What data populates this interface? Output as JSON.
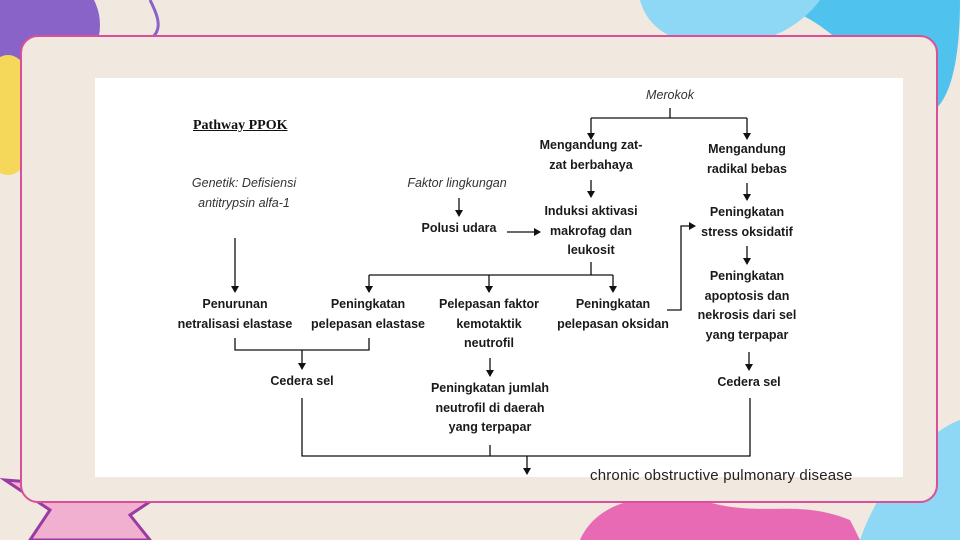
{
  "slide": {
    "caption": "chronic obstructive pulmonary disease"
  },
  "diagram": {
    "title": "Pathway PPOK",
    "nodes": {
      "genetik": [
        "Genetik: Defisiensi",
        "antitrypsin alfa-1"
      ],
      "faktor": [
        "Faktor lingkungan"
      ],
      "polusi": [
        "Polusi udara"
      ],
      "merokok": [
        "Merokok"
      ],
      "zat": [
        "Mengandung zat-",
        "zat berbahaya"
      ],
      "radikal": [
        "Mengandung",
        "radikal bebas"
      ],
      "induksi": [
        "Induksi aktivasi",
        "makrofag dan",
        "leukosit"
      ],
      "stress": [
        "Peningkatan",
        "stress oksidatif"
      ],
      "apoptosis": [
        "Peningkatan",
        "apoptosis dan",
        "nekrosis dari sel",
        "yang terpapar"
      ],
      "cedera_right": [
        "Cedera sel"
      ],
      "penurunan": [
        "Penurunan",
        "netralisasi elastase"
      ],
      "elastase": [
        "Peningkatan",
        "pelepasan elastase"
      ],
      "kemotaktik": [
        "Pelepasan faktor",
        "kemotaktik",
        "neutrofil"
      ],
      "oksidan": [
        "Peningkatan",
        "pelepasan oksidan"
      ],
      "cedera_left": [
        "Cedera sel"
      ],
      "jumlah": [
        "Peningkatan jumlah",
        "neutrofil di daerah",
        "yang terpapar"
      ]
    }
  },
  "colors": {
    "background": "#f1e9df",
    "frame": "#d94f9b",
    "blue": "#4fc3ee",
    "purple": "#8a63c9",
    "pink": "#e96ab4",
    "yellow": "#f5d85a"
  }
}
